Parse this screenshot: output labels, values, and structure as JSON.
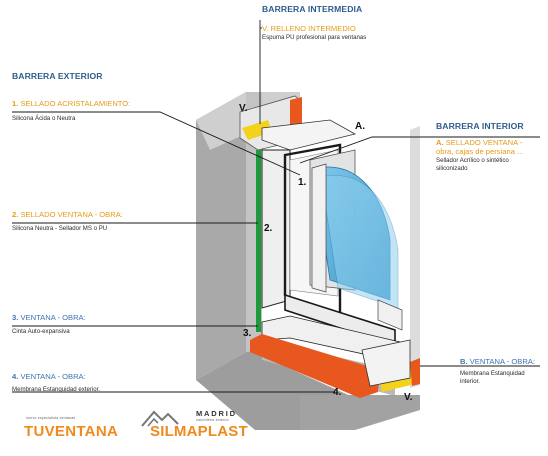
{
  "headings": {
    "intermedia": "BARRERA INTERMEDIA",
    "exterior": "BARRERA EXTERIOR",
    "interior": "BARRERA INTERIOR"
  },
  "callouts": {
    "v_intermedio": {
      "title": "V. RELLENO INTERMEDIO",
      "desc": "Espuma PU profesional para ventanas"
    },
    "c1": {
      "num": "1.",
      "title": "SELLADO ACRISTALAMIENTO:",
      "desc": "Silicona Ácida o Neutra"
    },
    "c2": {
      "num": "2.",
      "title": "SELLADO VENTANA - OBRA:",
      "desc": "Silicona Neutra - Sellador MS o PU"
    },
    "c3": {
      "num": "3.",
      "title": "VENTANA - OBRA:",
      "desc": "Cinta Auto-expansiva"
    },
    "c4": {
      "num": "4.",
      "title": "VENTANA - OBRA:",
      "desc": "Membrana Estanquidad exterior."
    },
    "cA": {
      "num": "A.",
      "title_line1": "SELLADO VENTANA -",
      "title_line2": "obra, cajas de persiana ...",
      "desc_line1": "Sellador Acrílico o sintético",
      "desc_line2": "siliconizado"
    },
    "cB": {
      "num": "B.",
      "title": "VENTANA - OBRA:",
      "desc_line1": "Membrana Estanquidad",
      "desc_line2": "interior."
    }
  },
  "diagram_tags": {
    "v_top": "V.",
    "v_bottom": "V.",
    "a": "A.",
    "n1": "1.",
    "n2": "2.",
    "n3": "3.",
    "n4": "4."
  },
  "logos": {
    "tuventana_small": "nuevo especialista ventanas",
    "tuventana": "TUVENTANA",
    "silmaplast": "SILMAPLAST",
    "madrid": "MADRID",
    "madrid_small": "carpinteria exterior"
  },
  "colors": {
    "heading_blue": "#2e5d8c",
    "callout_orange": "#e69b17",
    "callout_blue": "#3d74b0",
    "membrane_orange": "#e8571e",
    "foam_yellow": "#f2d21a",
    "seal_green": "#1e9a3c",
    "glass_blue": "#5ab1dc",
    "wall_gray": "#b3b3b3"
  }
}
